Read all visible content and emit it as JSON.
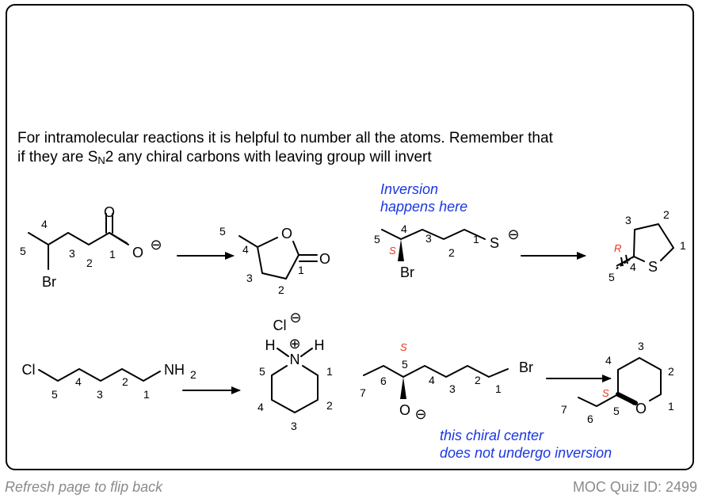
{
  "intro": {
    "line1": "For intramolecular reactions it is helpful to number all the atoms. Remember that",
    "line2_pre": "if they are S",
    "line2_sub": "N",
    "line2_post": "2 any chiral carbons with leaving group will invert"
  },
  "atoms": {
    "oxygen": "O",
    "bromine": "Br",
    "sulfur": "S",
    "chlorine": "Cl",
    "nh2": "NH",
    "nh2_sub": "2",
    "nitrogen": "N",
    "hydrogen": "H",
    "negative": "⊖",
    "positive": "⊕"
  },
  "stereo": {
    "s": "S",
    "r": "R"
  },
  "notes": {
    "inversion_line1": "Inversion",
    "inversion_line2": "happens here",
    "no_inversion_line1": "this chiral center",
    "no_inversion_line2": "does not undergo inversion"
  },
  "numbers": [
    "1",
    "2",
    "3",
    "4",
    "5",
    "6",
    "7"
  ],
  "footer": {
    "left": "Refresh page to flip back",
    "right": "MOC Quiz ID: 2499"
  }
}
